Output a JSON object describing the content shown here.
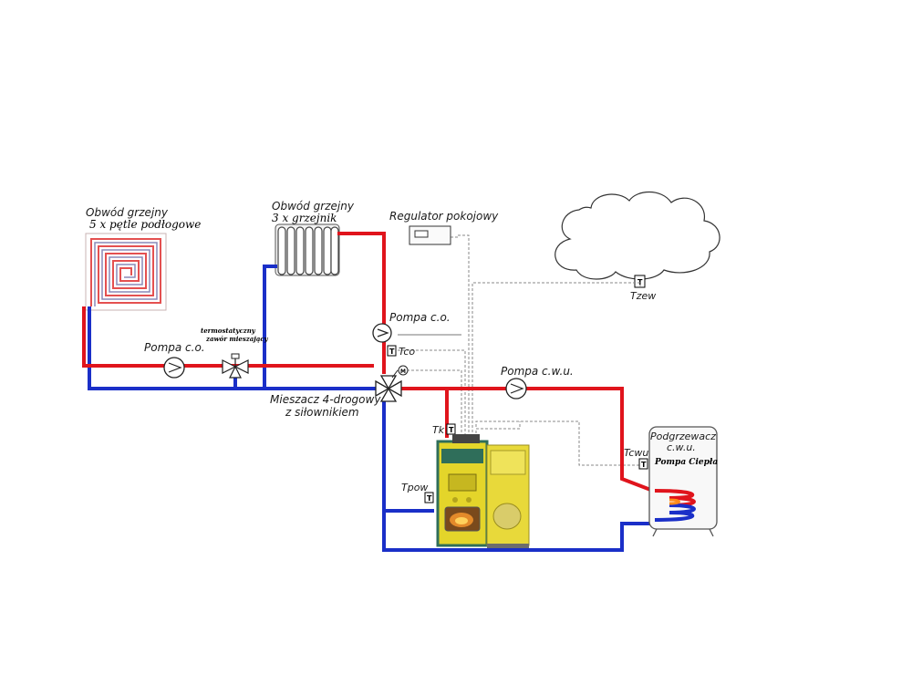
{
  "diagram": {
    "floor_circuit": {
      "title": "Obwód grzejny",
      "subtitle": "5 x pętle podłogowe"
    },
    "radiator_circuit": {
      "title": "Obwód grzejny",
      "subtitle": "3 x grzejnik"
    },
    "room_regulator": {
      "label": "Regulator pokojowy"
    },
    "outdoor_sensor": {
      "label": "Tzew",
      "symbol": "T"
    },
    "pump_floor": {
      "label": "Pompa c.o."
    },
    "pump_radiator": {
      "label": "Pompa c.o."
    },
    "pump_dhw": {
      "label": "Pompa c.w.u."
    },
    "thermo_valve": {
      "line1": "termostatyczny",
      "line2": "zawór mieszający"
    },
    "mixer": {
      "line1": "Mieszacz 4-drogowy",
      "line2": "z siłownikiem"
    },
    "sensors": {
      "tco": "Tco",
      "tk": "Tk",
      "tpow": "Tpow",
      "tcwu": "Tcwu",
      "t_symbol": "T",
      "motor_symbol": "M"
    },
    "tank": {
      "line1": "Podgrzewacz",
      "line2": "c.w.u.",
      "line3": "Pompa Ciepła"
    }
  },
  "colors": {
    "supply": "#e0141c",
    "return": "#1a2fc8",
    "boiler": "#e4d52a",
    "boiler_front": "#2f6e5a"
  }
}
